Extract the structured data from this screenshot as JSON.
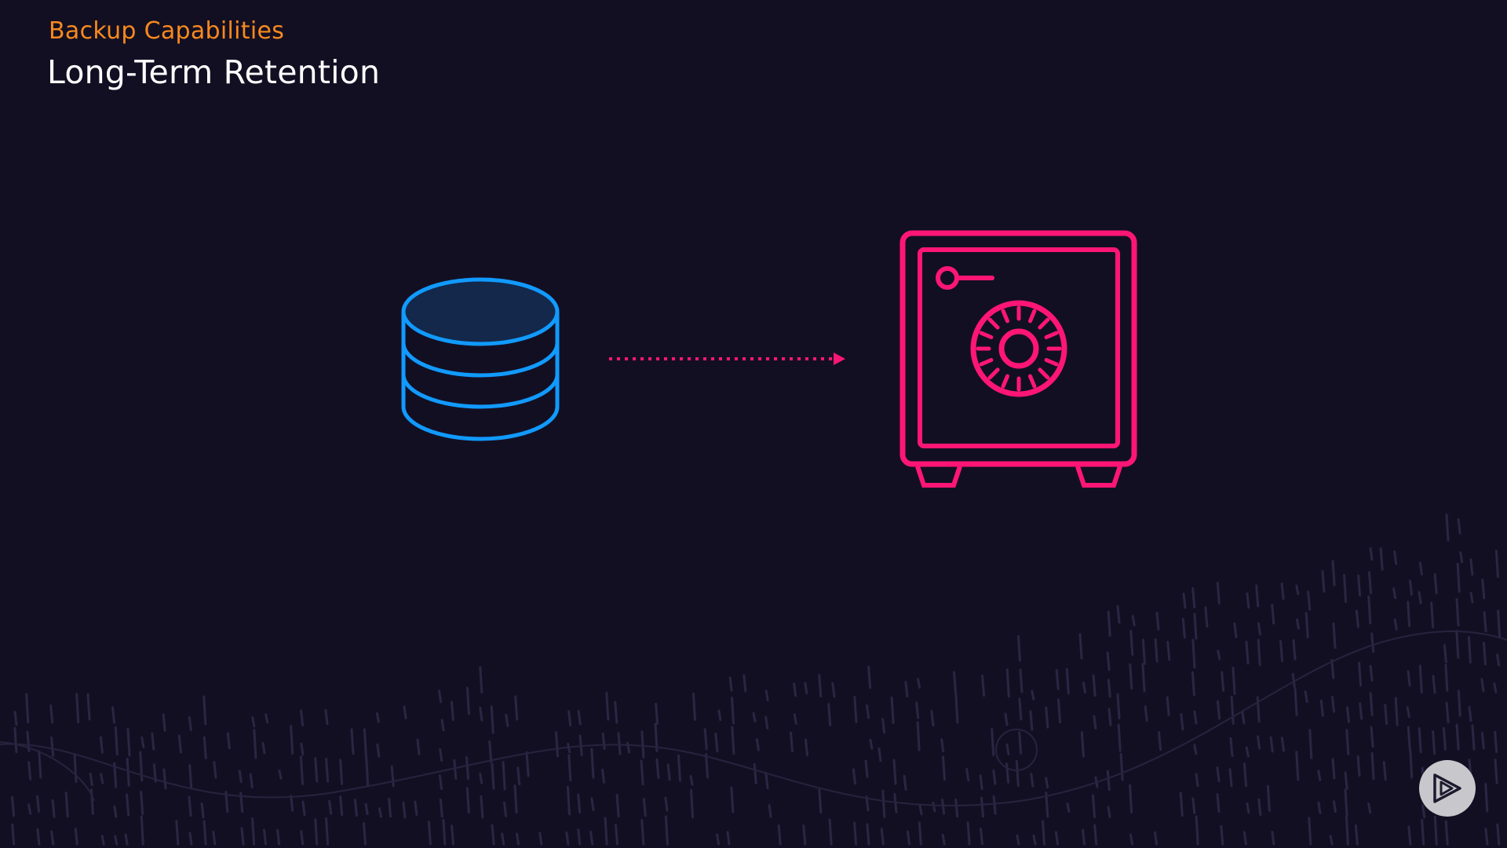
{
  "header": {
    "eyebrow": "Backup Capabilities",
    "title": "Long-Term Retention"
  },
  "diagram": {
    "source_icon": "database-icon",
    "connector": "dotted-arrow",
    "target_icon": "safe-vault-icon"
  },
  "colors": {
    "background": "#130f23",
    "eyebrow": "#f78a1d",
    "title": "#ffffff",
    "database_stroke": "#119aff",
    "database_fill": "#13284a",
    "safe": "#ff1675",
    "badge": "#c8c8cc"
  },
  "branding": {
    "logo_icon": "pluralsight-play-icon"
  }
}
